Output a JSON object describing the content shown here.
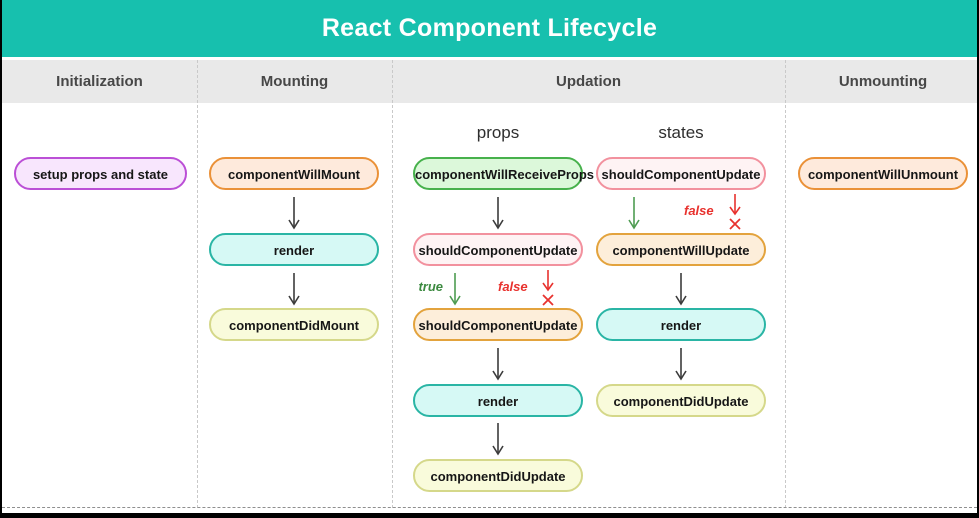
{
  "banner": {
    "title": "React Component Lifecycle"
  },
  "lanes": {
    "initialization": "Initialization",
    "mounting": "Mounting",
    "updation": "Updation",
    "unmounting": "Unmounting"
  },
  "updation_subheaders": {
    "props": "props",
    "states": "states"
  },
  "nodes": {
    "initialization": [
      {
        "label": "setup props and state",
        "color": "purple"
      }
    ],
    "mounting": [
      {
        "label": "componentWillMount",
        "color": "orange"
      },
      {
        "label": "render",
        "color": "cyan"
      },
      {
        "label": "componentDidMount",
        "color": "yellow"
      }
    ],
    "updation_props": [
      {
        "label": "componentWillReceiveProps",
        "color": "green"
      },
      {
        "label": "shouldComponentUpdate",
        "color": "pink"
      },
      {
        "label": "shouldComponentUpdate",
        "color": "orange2"
      },
      {
        "label": "render",
        "color": "cyan"
      },
      {
        "label": "componentDidUpdate",
        "color": "yellow"
      }
    ],
    "updation_states": [
      {
        "label": "shouldComponentUpdate",
        "color": "pink"
      },
      {
        "label": "componentWillUpdate",
        "color": "orange2"
      },
      {
        "label": "render",
        "color": "cyan"
      },
      {
        "label": "componentDidUpdate",
        "color": "yellow"
      }
    ],
    "unmounting": [
      {
        "label": "componentWillUnmount",
        "color": "orange"
      }
    ]
  },
  "branch_labels": {
    "true": "true",
    "false": "false"
  },
  "colors": {
    "banner_bg": "#17c0ae",
    "banner_text": "#ffffff",
    "lane_header_bg": "#e9e9e9",
    "lane_header_text": "#474747",
    "arrow": "#3c3c3c",
    "true_green": "#3c8a40",
    "false_red": "#e8322e",
    "purple_fill": "#f8e6fd",
    "purple_border": "#bb4fd6",
    "orange_fill": "#feeadc",
    "orange_border": "#ea9138",
    "orange2_fill": "#fdeeda",
    "orange2_border": "#e3a33d",
    "cyan_fill": "#d6f9f5",
    "cyan_border": "#2ab5a5",
    "yellow_fill": "#f9fbdb",
    "yellow_border": "#d5d88a",
    "green_fill": "#dcf8da",
    "green_border": "#47b14c",
    "pink_fill": "#fef3f4",
    "pink_border": "#f2919e"
  }
}
